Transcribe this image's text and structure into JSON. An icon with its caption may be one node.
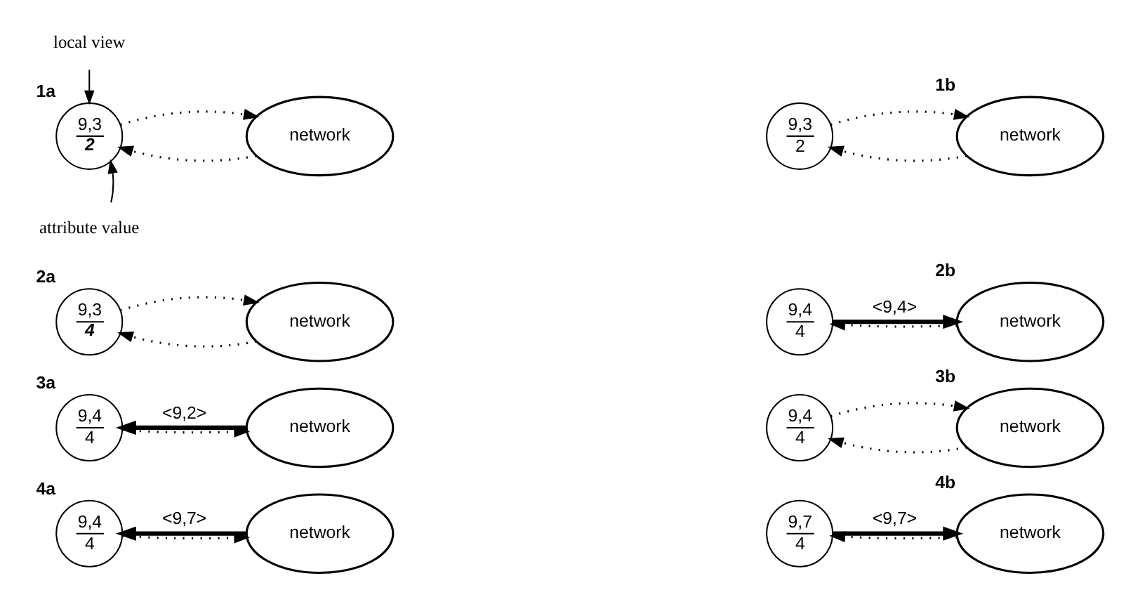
{
  "diagram": {
    "nodes": [
      {
        "text": [
          "local view"
        ]
      },
      {
        "text": [
          "9,3",
          "2"
        ],
        "beside": [
          "1a"
        ]
      },
      {
        "text": [
          "network"
        ]
      },
      {
        "text": [
          "9,3",
          "2"
        ]
      },
      {
        "text": [
          "network"
        ],
        "beside": [
          "1b"
        ]
      },
      {
        "text": [
          "attribute value"
        ]
      },
      {
        "text": [
          "9,3",
          "4"
        ],
        "beside": [
          "2a"
        ]
      },
      {
        "text": [
          "network"
        ]
      },
      {
        "text": [
          "9,4",
          "4"
        ]
      },
      {
        "text": [
          "network"
        ],
        "beside": [
          "2b"
        ]
      },
      {
        "text": [
          "9,4",
          "4"
        ],
        "beside": [
          "3a"
        ]
      },
      {
        "text": [
          "network"
        ]
      },
      {
        "text": [
          "9,4",
          "4"
        ]
      },
      {
        "text": [
          "network"
        ],
        "beside": [
          "3b"
        ]
      },
      {
        "text": [
          "9,4",
          "4"
        ],
        "beside": [
          "4a"
        ]
      },
      {
        "text": [
          "network"
        ]
      },
      {
        "text": [
          "9,7",
          "4"
        ]
      },
      {
        "text": [
          "network"
        ],
        "beside": [
          "4b"
        ]
      }
    ],
    "edges": [
      {
        "from": 0,
        "to": 1,
        "arrow": "to"
      },
      {
        "from": 5,
        "to": 1,
        "arrow": "to"
      },
      {
        "from": 2,
        "to": 1,
        "arrow": "to",
        "style": "dashed"
      },
      {
        "from": 1,
        "to": 2,
        "arrow": "to",
        "style": "dashed"
      },
      {
        "from": 4,
        "to": 3,
        "arrow": "to",
        "style": "dashed"
      },
      {
        "from": 3,
        "to": 4,
        "arrow": "to",
        "style": "dashed"
      },
      {
        "from": 7,
        "to": 6,
        "arrow": "to",
        "style": "dashed"
      },
      {
        "from": 6,
        "to": 7,
        "arrow": "to",
        "style": "dashed"
      },
      {
        "from": 9,
        "to": 8,
        "arrow": "to",
        "style": "dashed"
      },
      {
        "from": 8,
        "to": 9,
        "arrow": "to",
        "style": "thick",
        "label": "<9,4>"
      },
      {
        "from": 11,
        "to": 10,
        "arrow": "to",
        "style": "thick",
        "label": "<9,2>"
      },
      {
        "from": 10,
        "to": 11,
        "arrow": "to",
        "style": "dashed"
      },
      {
        "from": 13,
        "to": 12,
        "arrow": "to",
        "style": "dashed"
      },
      {
        "from": 12,
        "to": 13,
        "arrow": "to",
        "style": "dashed"
      },
      {
        "from": 15,
        "to": 14,
        "arrow": "to",
        "style": "thick",
        "label": "<9,7>"
      },
      {
        "from": 14,
        "to": 15,
        "arrow": "to",
        "style": "dashed"
      },
      {
        "from": 17,
        "to": 16,
        "arrow": "to",
        "style": "dashed"
      },
      {
        "from": 16,
        "to": 17,
        "arrow": "to",
        "style": "thick",
        "label": "<9,7>"
      }
    ]
  }
}
